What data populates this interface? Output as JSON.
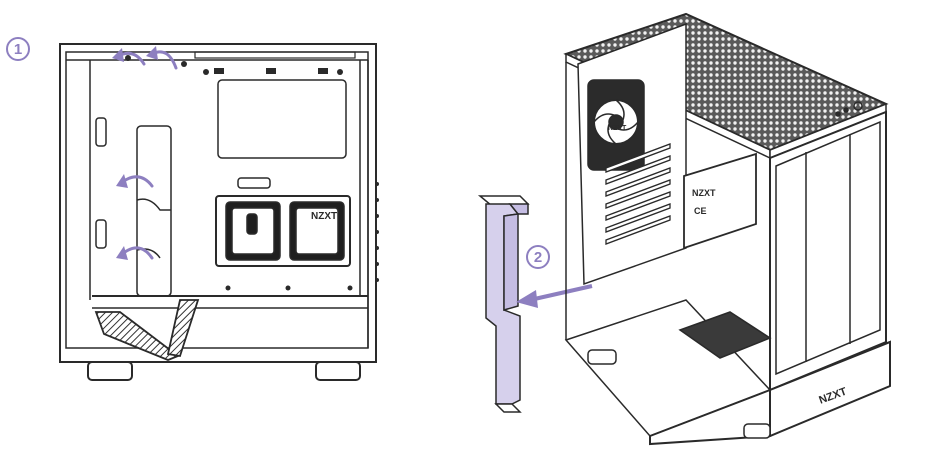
{
  "steps": {
    "step1": "1",
    "step2": "2"
  },
  "labels": {
    "case_brand": "NZXT",
    "psu_brand": "NZXT",
    "psu_mark": "CE",
    "fan_brand": "NZXT"
  },
  "colors": {
    "accent": "#8d7fc0",
    "bracket_fill": "#d6d0ec",
    "line": "#2a2a2a"
  },
  "icons": {
    "arrow": "curved-arrow-icon",
    "removal_arrow": "arrow-left-icon"
  }
}
